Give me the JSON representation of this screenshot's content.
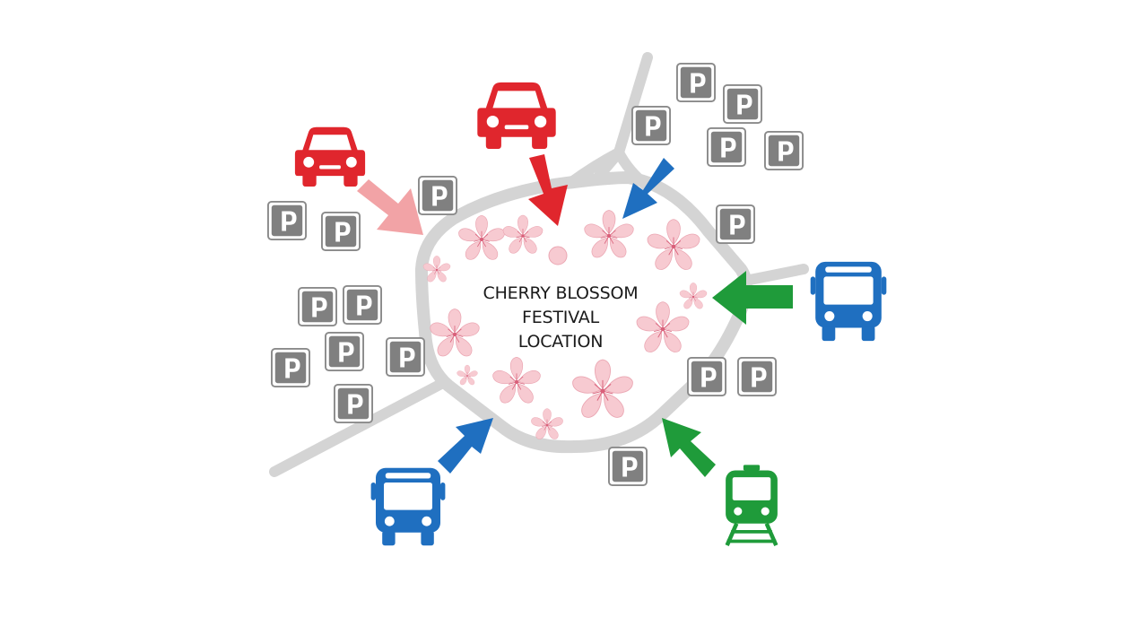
{
  "venue": {
    "label_lines": [
      "CHERRY BLOSSOM",
      "FESTIVAL",
      "LOCATION"
    ]
  },
  "parking": {
    "letter": "P"
  },
  "legend_colors": {
    "car": "#e0262d",
    "car_light": "#f2a3a6",
    "bus": "#1f6fc0",
    "train": "#1f9b3a",
    "parking": "#808080",
    "road": "#d4d4d4",
    "blossom": "#f6c4cc"
  },
  "icons": {
    "car": "car-icon",
    "bus": "bus-icon",
    "train": "train-icon",
    "parking": "parking-icon",
    "blossom": "cherry-blossom-icon"
  }
}
